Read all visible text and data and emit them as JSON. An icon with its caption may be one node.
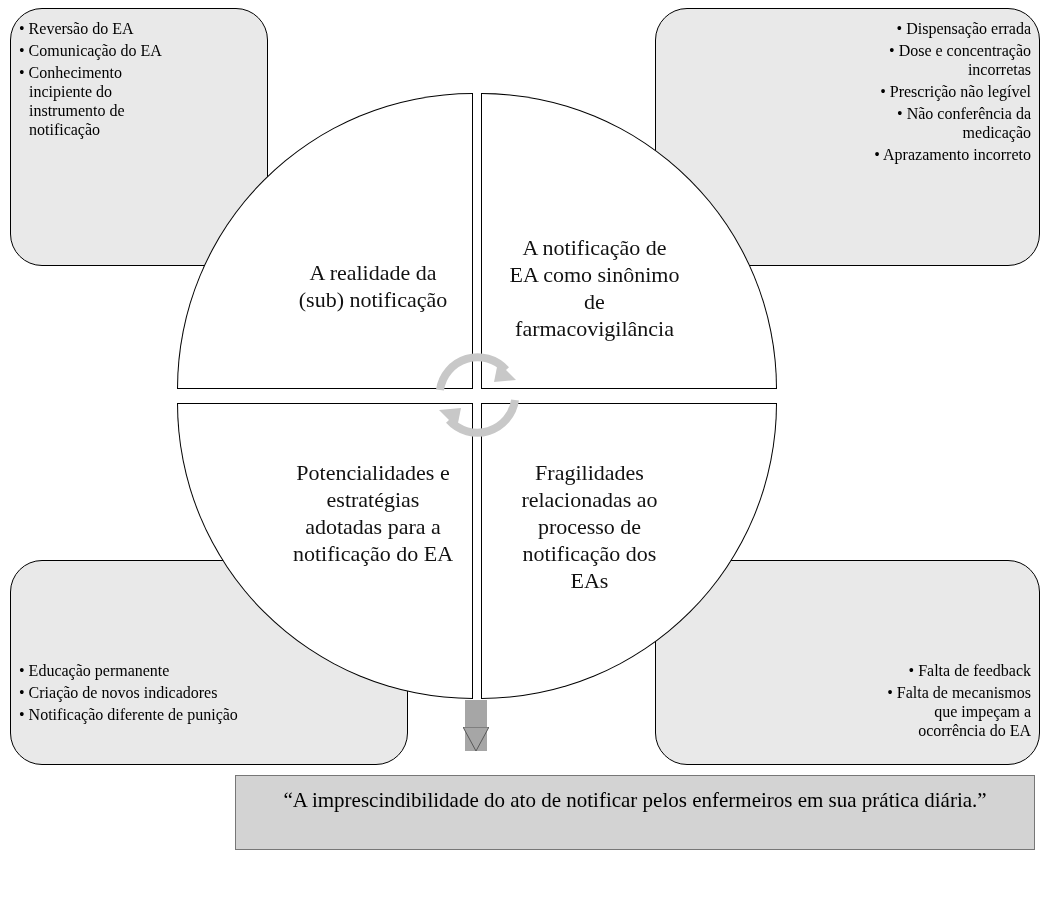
{
  "diagram": {
    "nodes": [
      {
        "text": [
          "• Reversão do EA",
          "• Comunicação do EA",
          "• Conhecimento incipiente do instrumento de notificação"
        ]
      },
      {
        "text": [
          "• Dispensação errada",
          "• Dose e concentração incorretas",
          "• Prescrição não legível",
          "• Não conferência da medicação",
          "• Aprazamento incorreto"
        ]
      },
      {
        "text": [
          "A realidade da (sub) notificação"
        ]
      },
      {
        "text": [
          "A notificação de EA como sinônimo de farmacovigilância"
        ]
      },
      {
        "text": [
          "Potencialidades e estratégias adotadas para a notificação do EA"
        ]
      },
      {
        "text": [
          "Fragilidades relacionadas ao processo de notificação dos EAs"
        ]
      },
      {
        "text": [
          "• Educação permanente",
          "• Criação de novos indicadores",
          "• Notificação diferente de punição"
        ]
      },
      {
        "text": [
          "• Falta de feedback",
          "• Falta de mecanismos que impeçam a ocorrência do EA"
        ]
      },
      {
        "text": [
          "“A imprescindibilidade do ato de notificar pelos enfermeiros em sua prática diária.”"
        ]
      }
    ],
    "edges": [
      {
        "from": 4,
        "to": 8,
        "arrow": "to"
      }
    ]
  }
}
